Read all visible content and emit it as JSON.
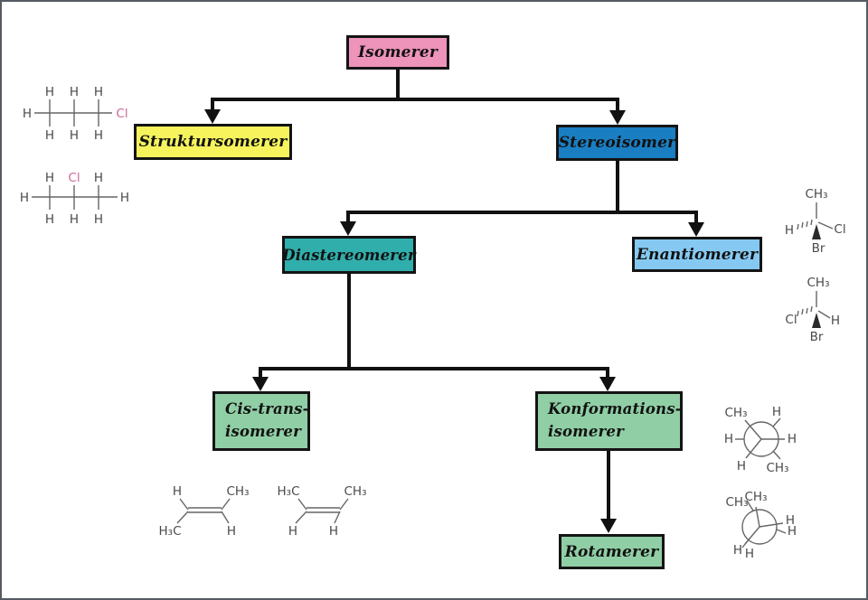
{
  "canvas": {
    "background": "#ffffff",
    "border_color": "#565b63"
  },
  "flowchart": {
    "isomerer": {
      "label": "Isomerer",
      "bg": "#ee93ba"
    },
    "struktursomerer": {
      "label": "Struktursomerer",
      "bg": "#f6f35d"
    },
    "stereoisomer": {
      "label": "Stereoisomer",
      "bg": "#1a7ec2"
    },
    "diastereomerer": {
      "label": "Diastereomerer",
      "bg": "#30aeac"
    },
    "enantiomerer": {
      "label": "Enantiomerer",
      "bg": "#85c9f2"
    },
    "cis_trans": {
      "line1": "Cis-trans-",
      "line2": "isomerer",
      "bg": "#90cfa5"
    },
    "konformations": {
      "line1": "Konformations-",
      "line2": "isomerer",
      "bg": "#90cfa5"
    },
    "rotamerer": {
      "label": "Rotamerer",
      "bg": "#90cfa5"
    }
  },
  "structures": {
    "atom_color": "#4a4a4a",
    "cl_color": "#c9699c",
    "chloropropane_1": {
      "top1": "H",
      "top2": "H",
      "top3": "H",
      "bot1": "H",
      "bot2": "H",
      "bot3": "H",
      "left": "H",
      "right": "Cl"
    },
    "chloropropane_2": {
      "top1": "H",
      "top2": "Cl",
      "top3": "H",
      "bot1": "H",
      "bot2": "H",
      "bot3": "H",
      "left": "H",
      "right": "H"
    },
    "enantiomer_a": {
      "top": "CH₃",
      "left": "H",
      "right": "Cl",
      "bottom": "Br"
    },
    "enantiomer_b": {
      "top": "CH₃",
      "left": "Cl",
      "right": "H",
      "bottom": "Br"
    },
    "trans_butene": {
      "top_left": "H",
      "top_right": "CH₃",
      "bottom_left": "H₃C",
      "bottom_right": "H"
    },
    "cis_butene": {
      "top_left": "H₃C",
      "top_right": "CH₃",
      "bottom_left": "H",
      "bottom_right": "H"
    },
    "newman_staggered": {
      "l0": "CH₃",
      "l1": "H",
      "l2": "H",
      "l3": "H",
      "l4": "H",
      "l5": "CH₃"
    },
    "newman_eclipsed": {
      "l0": "CH₃",
      "l1": "CH₃",
      "l2": "H",
      "l3": "H",
      "l4": "H",
      "l5": "H"
    }
  }
}
